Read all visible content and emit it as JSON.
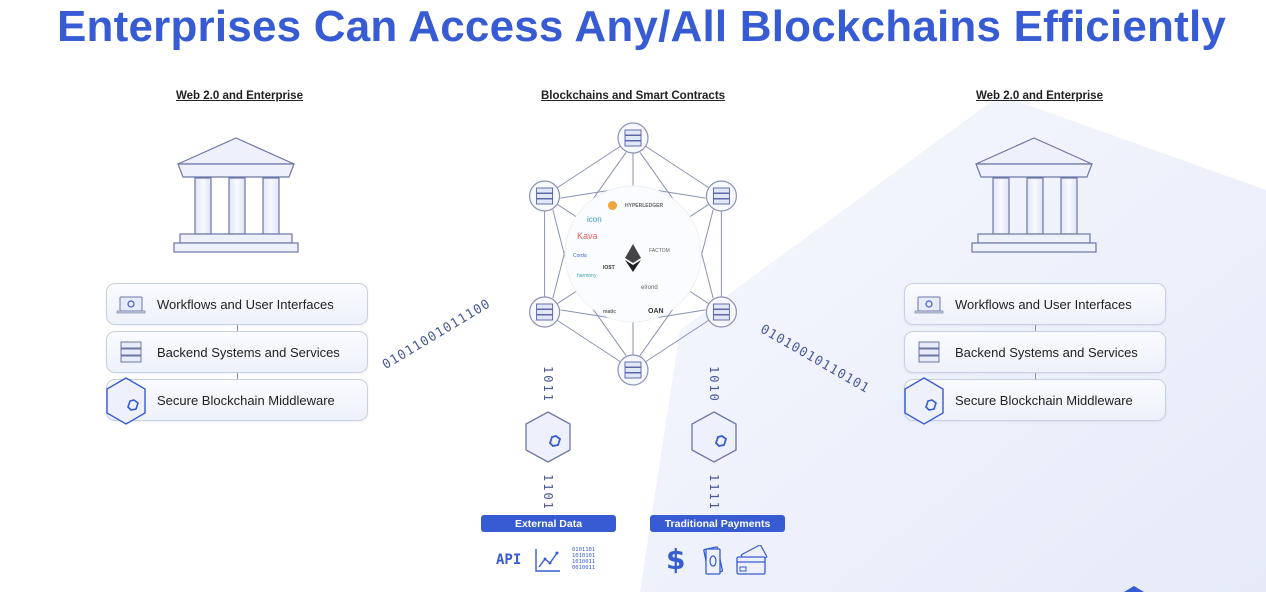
{
  "title": "Enterprises Can Access Any/All Blockchains Efficiently",
  "colors": {
    "accent": "#375bd2",
    "line": "#8a92b5",
    "node_fill": "#eef1fb",
    "bg_shape": "#e9edf9"
  },
  "left_column": {
    "heading": "Web 2.0 and Enterprise",
    "icon": "bank-building-icon",
    "layers": [
      {
        "label": "Workflows and User Interfaces",
        "icon": "laptop-icon"
      },
      {
        "label": "Backend Systems and Services",
        "icon": "server-icon"
      },
      {
        "label": "Secure Blockchain Middleware",
        "icon": "chainlink-hexagon-icon"
      }
    ]
  },
  "center_column": {
    "heading": "Blockchains and Smart Contracts",
    "network_nodes": 6,
    "node_icon": "server-icon",
    "center_icon": "ethereum-icon",
    "logos": [
      "HYPERLEDGER",
      "icon",
      "Kava",
      "FACTOM",
      "harmony",
      "elrond",
      "OAN",
      "matic",
      "IOST",
      "Corda"
    ]
  },
  "right_column": {
    "heading": "Web 2.0 and Enterprise",
    "icon": "bank-building-icon",
    "layers": [
      {
        "label": "Workflows and User Interfaces",
        "icon": "laptop-icon"
      },
      {
        "label": "Backend Systems and Services",
        "icon": "server-icon"
      },
      {
        "label": "Secure Blockchain Middleware",
        "icon": "chainlink-hexagon-icon"
      }
    ]
  },
  "binary_streams": {
    "left_diagonal": "01011001011100",
    "right_diagonal": "01010010110101",
    "external_top": "1011",
    "external_bottom": "1101",
    "payments_top": "1010",
    "payments_bottom": "1111"
  },
  "external_data": {
    "label": "External Data",
    "api_text": "API",
    "icons": [
      "api-icon",
      "line-chart-icon",
      "binary-data-icon"
    ],
    "binary_block": [
      "0101101",
      "1010101",
      "1010011",
      "0010011"
    ]
  },
  "traditional_payments": {
    "label": "Traditional Payments",
    "icons": [
      "dollar-icon",
      "cash-icon",
      "credit-card-icon"
    ],
    "dollar_text": "$"
  }
}
